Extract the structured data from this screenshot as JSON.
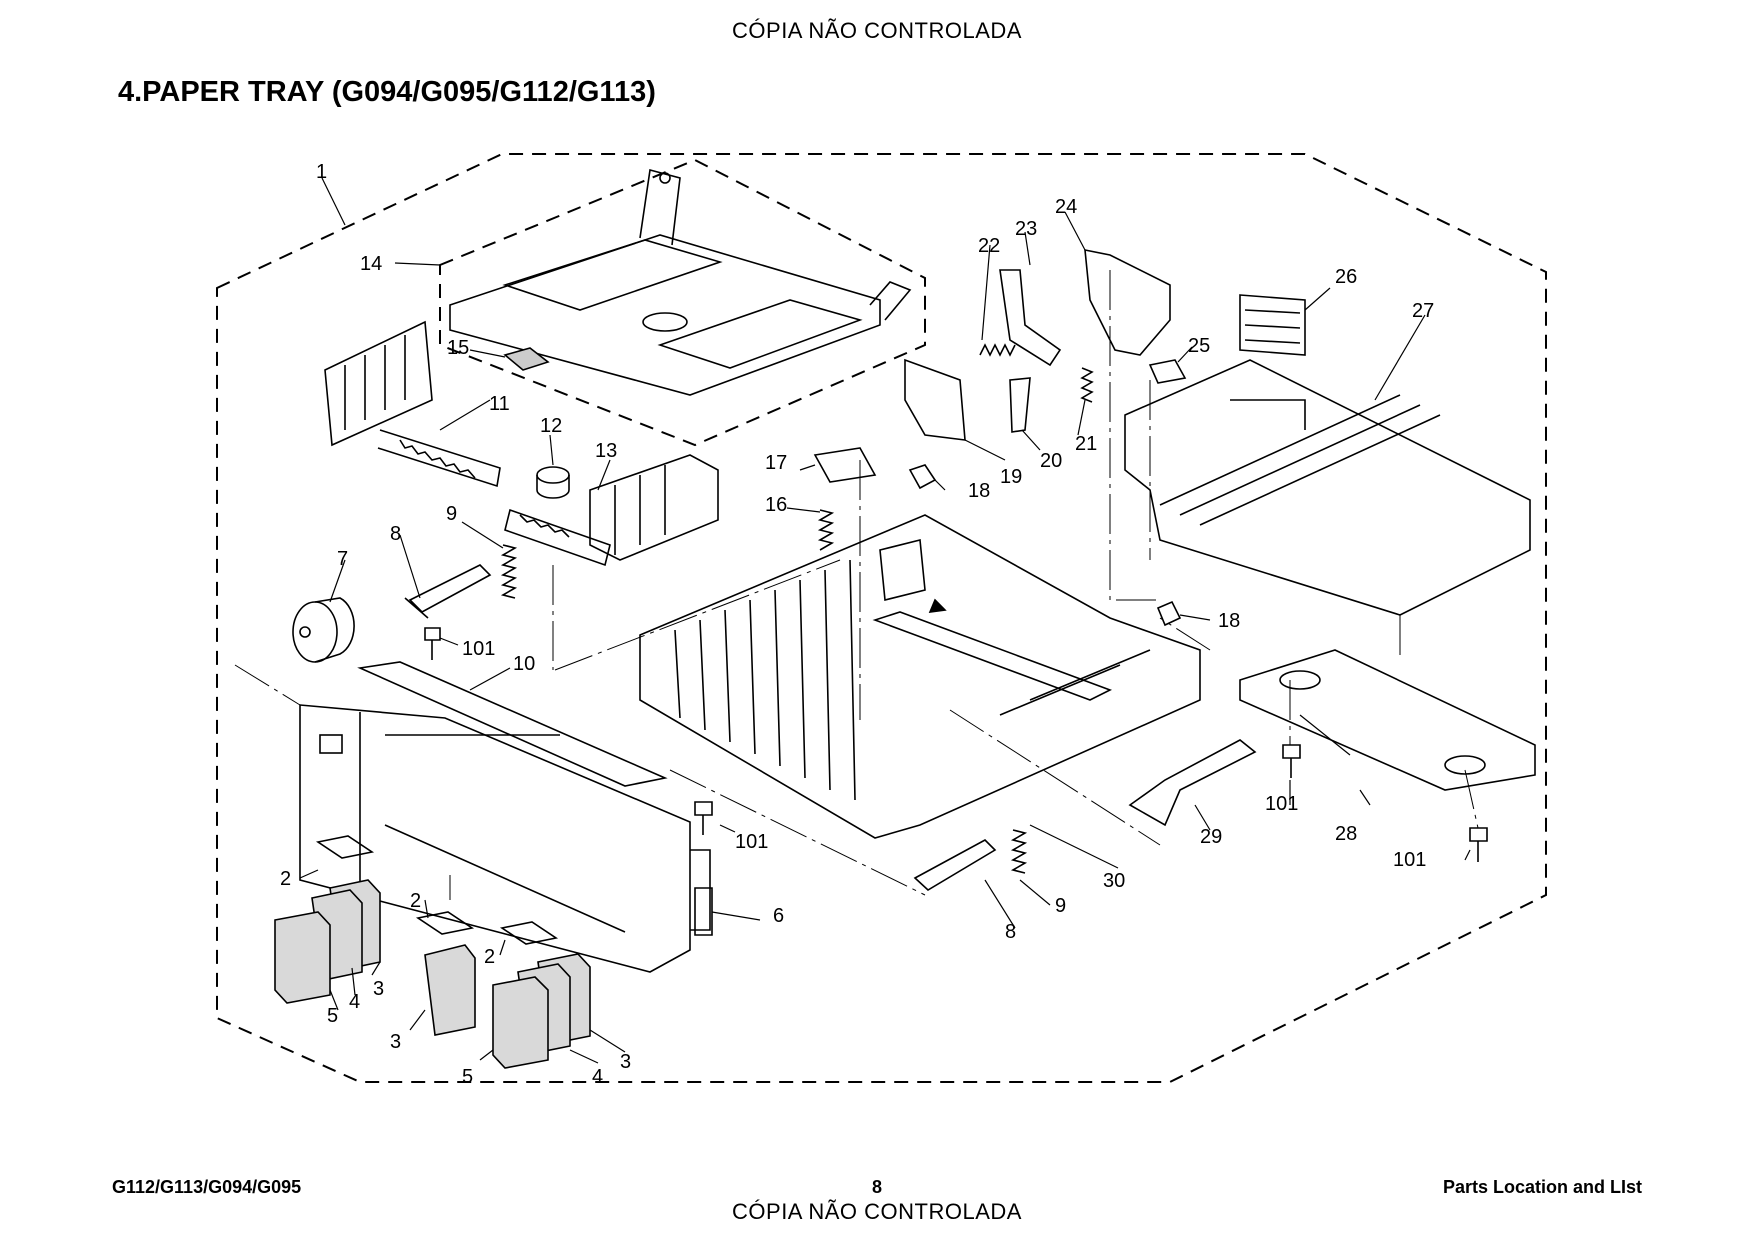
{
  "watermark_top": "CÓPIA NÃO CONTROLADA",
  "watermark_bottom": "CÓPIA NÃO CONTROLADA",
  "title": "4.PAPER TRAY (G094/G095/G112/G113)",
  "footer": {
    "left": "G112/G113/G094/G095",
    "page_number": "8",
    "right": "Parts Location and LIst"
  },
  "callouts": {
    "c1": "1",
    "c2a": "2",
    "c2b": "2",
    "c2c": "2",
    "c3a": "3",
    "c3b": "3",
    "c3c": "3",
    "c4a": "4",
    "c4b": "4",
    "c5a": "5",
    "c5b": "5",
    "c6": "6",
    "c7": "7",
    "c8a": "8",
    "c8b": "8",
    "c9a": "9",
    "c9b": "9",
    "c10": "10",
    "c11": "11",
    "c12": "12",
    "c13": "13",
    "c14": "14",
    "c15": "15",
    "c16": "16",
    "c17": "17",
    "c18a": "18",
    "c18b": "18",
    "c19": "19",
    "c20": "20",
    "c21": "21",
    "c22": "22",
    "c23": "23",
    "c24": "24",
    "c25": "25",
    "c26": "26",
    "c27": "27",
    "c28": "28",
    "c29": "29",
    "c30": "30",
    "c101a": "101",
    "c101b": "101",
    "c101c": "101",
    "c101d": "101"
  }
}
